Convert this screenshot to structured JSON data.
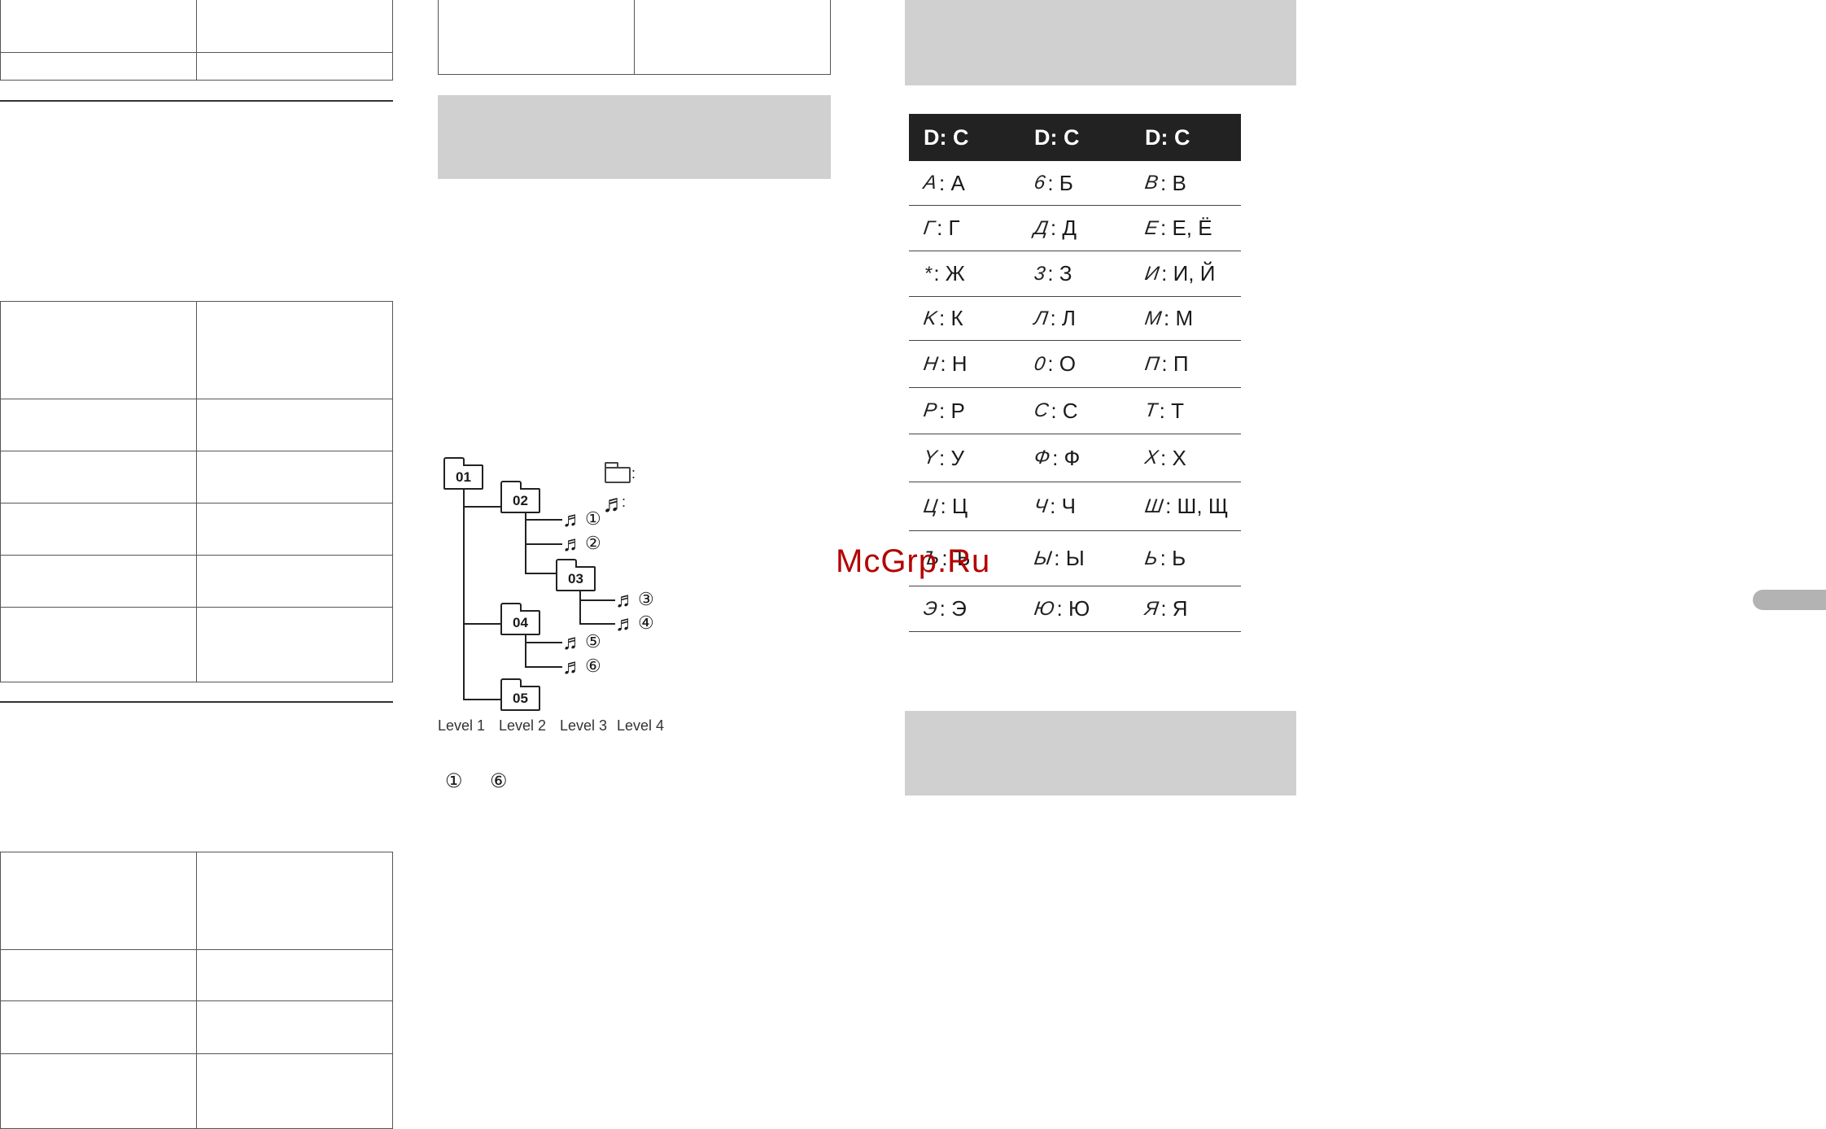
{
  "diagram": {
    "folders": [
      "01",
      "02",
      "03",
      "04",
      "05"
    ],
    "songs": [
      "①",
      "②",
      "③",
      "④",
      "⑤",
      "⑥"
    ],
    "levels": [
      "Level 1",
      "Level 2",
      "Level 3",
      "Level 4"
    ],
    "legend_folder_suffix": ":",
    "legend_song_suffix": ":",
    "song_glyph": "♬",
    "range_start": "①",
    "range_end": "⑥"
  },
  "char_table": {
    "headers": [
      "D: C",
      "D: C",
      "D: C"
    ],
    "rows": [
      [
        {
          "seg": "A",
          "char": ": А"
        },
        {
          "seg": "6",
          "char": ": Б"
        },
        {
          "seg": "B",
          "char": ": В"
        }
      ],
      [
        {
          "seg": "Г",
          "char": ": Г"
        },
        {
          "seg": "Д",
          "char": ": Д"
        },
        {
          "seg": "E",
          "char": ": Е, Ё"
        }
      ],
      [
        {
          "seg": "*",
          "char": ": Ж"
        },
        {
          "seg": "3",
          "char": ": З"
        },
        {
          "seg": "И",
          "char": ": И, Й"
        }
      ],
      [
        {
          "seg": "K",
          "char": ": К"
        },
        {
          "seg": "Л",
          "char": ": Л"
        },
        {
          "seg": "M",
          "char": ": М"
        }
      ],
      [
        {
          "seg": "H",
          "char": ": Н"
        },
        {
          "seg": "0",
          "char": ": О"
        },
        {
          "seg": "П",
          "char": ": П"
        }
      ],
      [
        {
          "seg": "P",
          "char": ": Р"
        },
        {
          "seg": "C",
          "char": ": С"
        },
        {
          "seg": "T",
          "char": ": Т"
        }
      ],
      [
        {
          "seg": "Y",
          "char": ": У"
        },
        {
          "seg": "Ф",
          "char": ": Ф"
        },
        {
          "seg": "X",
          "char": ": Х"
        }
      ],
      [
        {
          "seg": "Ц",
          "char": ": Ц"
        },
        {
          "seg": "Ч",
          "char": ": Ч"
        },
        {
          "seg": "Ш",
          "char": ": Ш, Щ"
        }
      ],
      [
        {
          "seg": "Ъ",
          "char": ": Ъ"
        },
        {
          "seg": "Ы",
          "char": ": Ы"
        },
        {
          "seg": "Ь",
          "char": ": Ь"
        }
      ],
      [
        {
          "seg": "Э",
          "char": ": Э"
        },
        {
          "seg": "Ю",
          "char": ": Ю"
        },
        {
          "seg": "Я",
          "char": ": Я"
        }
      ]
    ]
  },
  "watermark": "McGrp.Ru"
}
